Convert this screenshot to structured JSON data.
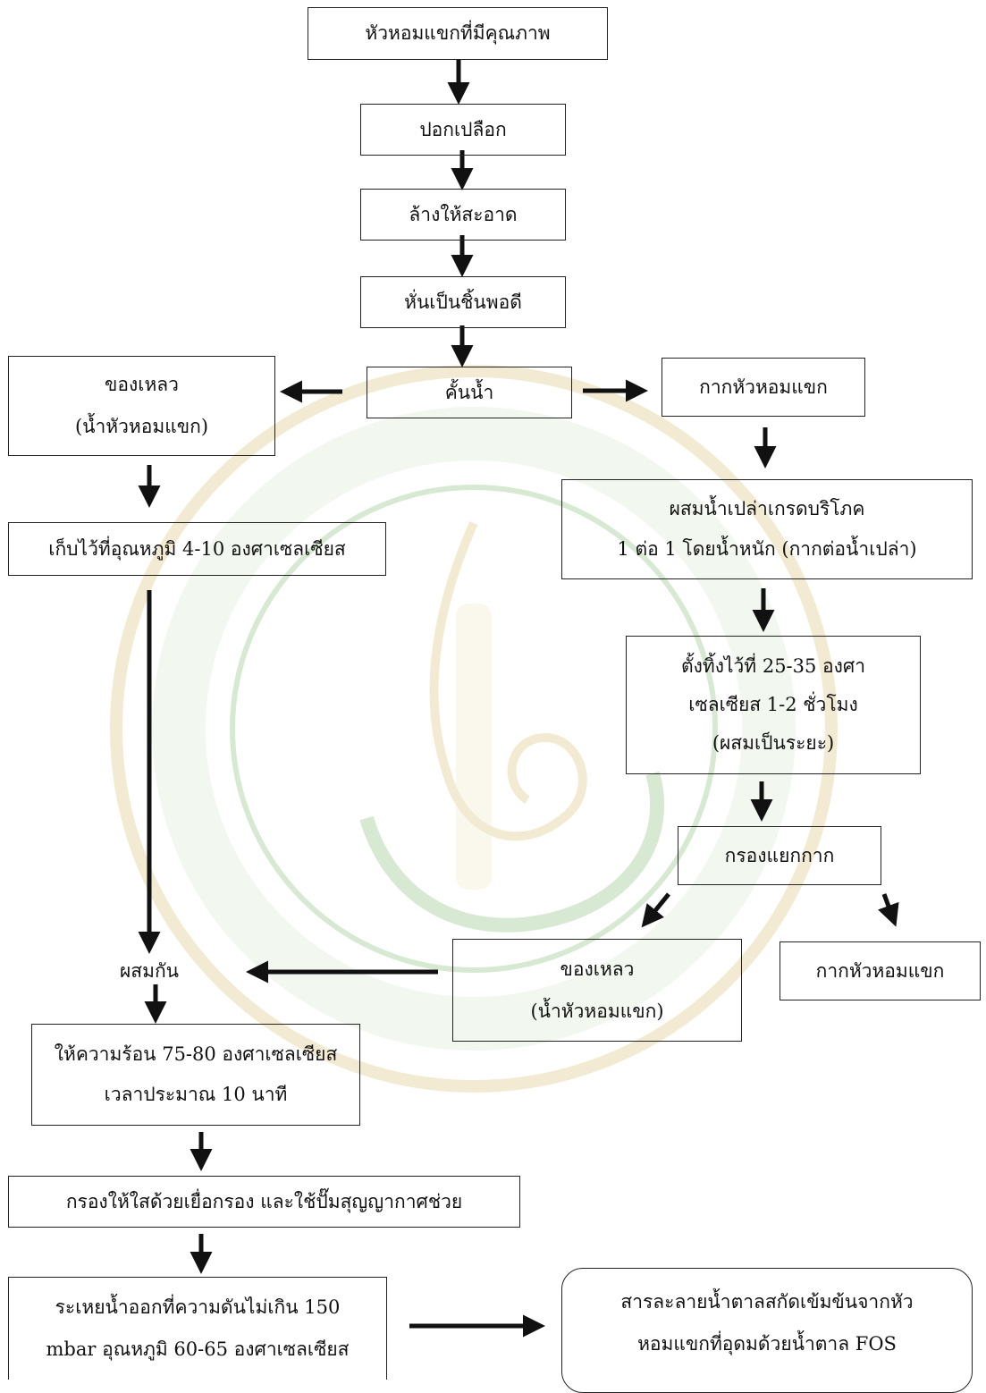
{
  "diagram": {
    "nodes": {
      "quality_onion": [
        "หัวหอมแขกที่มีคุณภาพ"
      ],
      "peel": [
        "ปอกเปลือก"
      ],
      "wash": [
        "ล้างให้สะอาด"
      ],
      "slice": [
        "หั่นเป็นชิ้นพอดี"
      ],
      "squeeze": [
        "คั้นน้ำ"
      ],
      "liquid_1": [
        "ของเหลว",
        "(น้ำหัวหอมแขก)"
      ],
      "pulp_1": [
        "กากหัวหอมแขก"
      ],
      "store": [
        "เก็บไว้ที่อุณหภูมิ 4-10 องศาเซลเซียส"
      ],
      "mix_water": [
        "ผสมน้ำเปล่าเกรดบริโภค",
        "1 ต่อ 1 โดยน้ำหนัก (กากต่อน้ำเปล่า)"
      ],
      "let_stand": [
        "ตั้งทิ้งไว้ที่ 25-35 องศา",
        "เซลเซียส 1-2 ชั่วโมง",
        "(ผสมเป็นระยะ)"
      ],
      "filter_pulp": [
        "กรองแยกกาก"
      ],
      "liquid_2": [
        "ของเหลว",
        "(น้ำหัวหอมแขก)"
      ],
      "pulp_2": [
        "กากหัวหอมแขก"
      ],
      "combine": [
        "ผสมกัน"
      ],
      "heat": [
        "ให้ความร้อน 75-80 องศาเซลเซียส",
        "เวลาประมาณ 10 นาที"
      ],
      "clarify": [
        "กรองให้ใสด้วยเยื่อกรอง และใช้ปั๊มสุญญากาศช่วย"
      ],
      "evaporate": [
        "ระเหยน้ำออกที่ความดันไม่เกิน 150",
        "mbar อุณหภูมิ 60-65 องศาเซลเซียส"
      ],
      "product": [
        "สารละลายน้ำตาลสกัดเข้มข้นจากหัว",
        "หอมแขกที่อุดมด้วยน้ำตาล FOS"
      ]
    },
    "edges": [
      [
        "quality_onion",
        "peel"
      ],
      [
        "peel",
        "wash"
      ],
      [
        "wash",
        "slice"
      ],
      [
        "slice",
        "squeeze"
      ],
      [
        "squeeze",
        "liquid_1"
      ],
      [
        "squeeze",
        "pulp_1"
      ],
      [
        "liquid_1",
        "store"
      ],
      [
        "store",
        "combine"
      ],
      [
        "pulp_1",
        "mix_water"
      ],
      [
        "mix_water",
        "let_stand"
      ],
      [
        "let_stand",
        "filter_pulp"
      ],
      [
        "filter_pulp",
        "liquid_2"
      ],
      [
        "filter_pulp",
        "pulp_2"
      ],
      [
        "liquid_2",
        "combine"
      ],
      [
        "combine",
        "heat"
      ],
      [
        "heat",
        "clarify"
      ],
      [
        "clarify",
        "evaporate"
      ],
      [
        "evaporate",
        "product"
      ]
    ]
  },
  "colors": {
    "line": "#111111",
    "watermark_green": "#4f9a3c",
    "watermark_gold": "#c9a536"
  }
}
